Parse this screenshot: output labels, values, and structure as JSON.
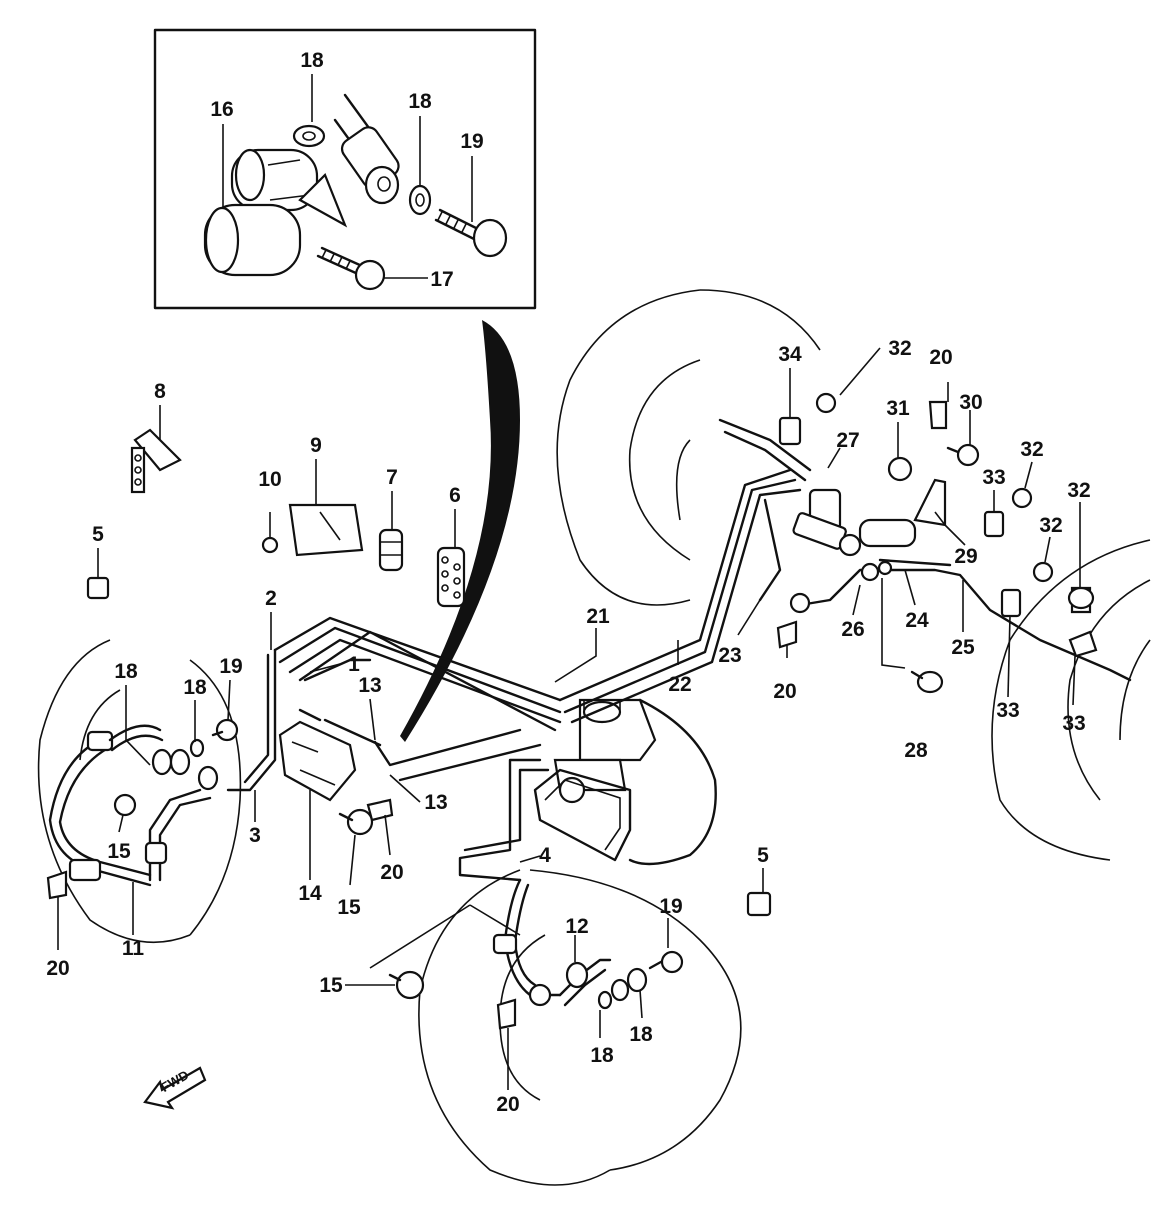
{
  "fwd_label": "FWD",
  "callouts": [
    {
      "id": "c16",
      "text": "16"
    },
    {
      "id": "c18a",
      "text": "18"
    },
    {
      "id": "c18b",
      "text": "18"
    },
    {
      "id": "c19a",
      "text": "19"
    },
    {
      "id": "c17",
      "text": "17"
    },
    {
      "id": "c8",
      "text": "8"
    },
    {
      "id": "c9",
      "text": "9"
    },
    {
      "id": "c10",
      "text": "10"
    },
    {
      "id": "c7",
      "text": "7"
    },
    {
      "id": "c6",
      "text": "6"
    },
    {
      "id": "c5a",
      "text": "5"
    },
    {
      "id": "c2",
      "text": "2"
    },
    {
      "id": "c1",
      "text": "1"
    },
    {
      "id": "c13a",
      "text": "13"
    },
    {
      "id": "c13b",
      "text": "13"
    },
    {
      "id": "c3",
      "text": "3"
    },
    {
      "id": "c14",
      "text": "14"
    },
    {
      "id": "c15a",
      "text": "15"
    },
    {
      "id": "c15b",
      "text": "15"
    },
    {
      "id": "c20a",
      "text": "20"
    },
    {
      "id": "c18c",
      "text": "18"
    },
    {
      "id": "c18d",
      "text": "18"
    },
    {
      "id": "c19b",
      "text": "19"
    },
    {
      "id": "c11",
      "text": "11"
    },
    {
      "id": "c20b",
      "text": "20"
    },
    {
      "id": "c21",
      "text": "21"
    },
    {
      "id": "c22",
      "text": "22"
    },
    {
      "id": "c4",
      "text": "4"
    },
    {
      "id": "c19c",
      "text": "19"
    },
    {
      "id": "c12",
      "text": "12"
    },
    {
      "id": "c15c",
      "text": "15"
    },
    {
      "id": "c18e",
      "text": "18"
    },
    {
      "id": "c18f",
      "text": "18"
    },
    {
      "id": "c20c",
      "text": "20"
    },
    {
      "id": "c5b",
      "text": "5"
    },
    {
      "id": "c34",
      "text": "34"
    },
    {
      "id": "c32a",
      "text": "32"
    },
    {
      "id": "c20d",
      "text": "20"
    },
    {
      "id": "c31",
      "text": "31"
    },
    {
      "id": "c30",
      "text": "30"
    },
    {
      "id": "c27",
      "text": "27"
    },
    {
      "id": "c32b",
      "text": "32"
    },
    {
      "id": "c33a",
      "text": "33"
    },
    {
      "id": "c32c",
      "text": "32"
    },
    {
      "id": "c32d",
      "text": "32"
    },
    {
      "id": "c29",
      "text": "29"
    },
    {
      "id": "c23",
      "text": "23"
    },
    {
      "id": "c26",
      "text": "26"
    },
    {
      "id": "c24",
      "text": "24"
    },
    {
      "id": "c25",
      "text": "25"
    },
    {
      "id": "c20e",
      "text": "20"
    },
    {
      "id": "c28",
      "text": "28"
    },
    {
      "id": "c33b",
      "text": "33"
    },
    {
      "id": "c33c",
      "text": "33"
    }
  ]
}
